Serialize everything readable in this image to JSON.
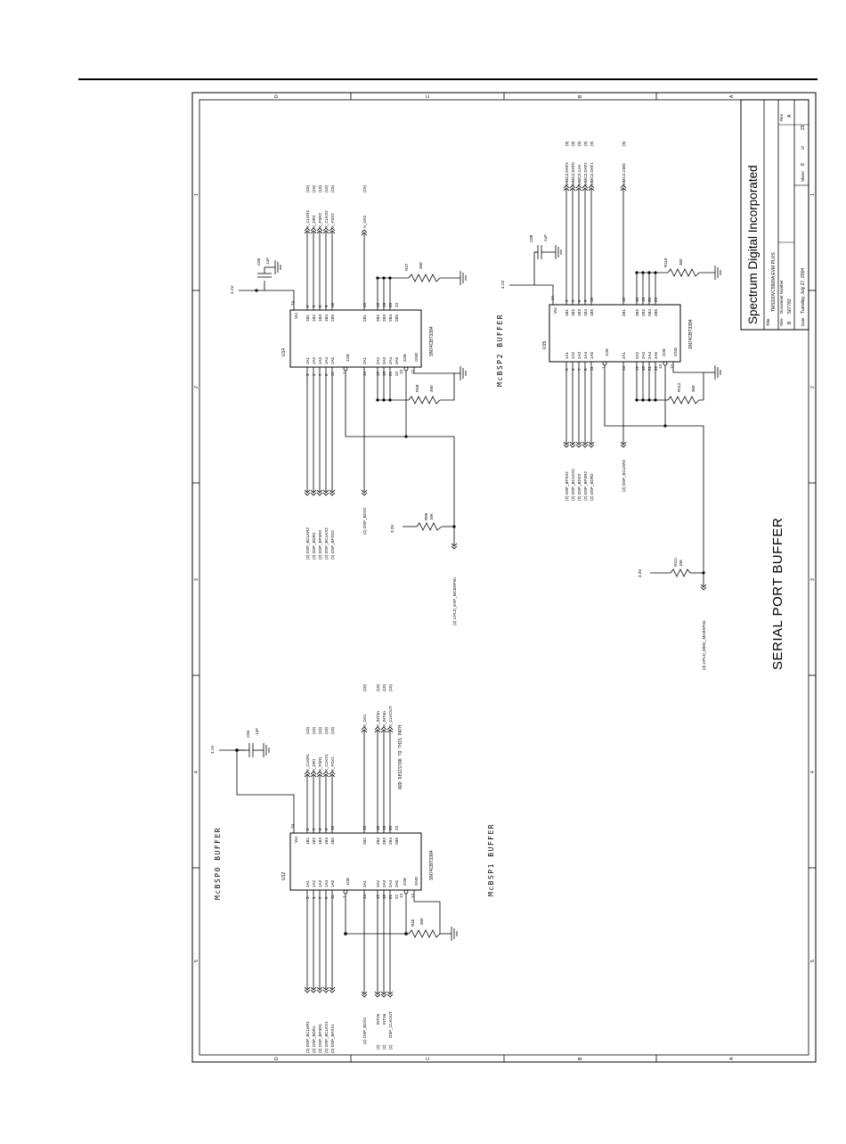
{
  "title_block": {
    "company": "Spectrum Digital Incorporated",
    "title_label": "Title",
    "title_value": "TMS320VC5509A  EVM PLUS",
    "size_label": "Size",
    "size_value": "B",
    "docnum_label": "Document Number",
    "docnum_value": "507782",
    "rev_label": "Rev",
    "rev_value": "A",
    "date_label": "Date",
    "date_value": "Tuesday, July 27, 2004",
    "sheet_label": "Sheet",
    "sheet_value": "8",
    "of_label": "of",
    "sheet_total": "23"
  },
  "page_title": "SERIAL PORT BUFFER",
  "section_labels": {
    "mcbsp0": "McBSP0  BUFFER",
    "mcbsp1": "McBSP1  BUFFER",
    "mcbsp2": "McBSP2  BUFFER"
  },
  "note": "ADD RESISTOR TO THIS PATH",
  "border_letters": [
    "D",
    "C",
    "B",
    "A"
  ],
  "border_numbers": [
    "1",
    "2",
    "3",
    "4",
    "5"
  ],
  "chips": {
    "u12": {
      "ref": "U12",
      "part": "SN74CBT3384",
      "vcc": "Vcc",
      "gnd": "GND",
      "pin_vcc": "24",
      "pin_gnd": "12",
      "left_pins": [
        {
          "num": "3",
          "name": "1A1"
        },
        {
          "num": "4",
          "name": "1A2"
        },
        {
          "num": "7",
          "name": "1A3"
        },
        {
          "num": "8",
          "name": "1A4"
        },
        {
          "num": "11",
          "name": "1A5"
        },
        {
          "num": "14",
          "name": "2A1"
        },
        {
          "num": "17",
          "name": "2A2"
        },
        {
          "num": "18",
          "name": "2A3"
        },
        {
          "num": "21",
          "name": "2A4"
        },
        {
          "num": "22",
          "name": "2A5"
        }
      ],
      "right_pins": [
        {
          "num": "2",
          "name": "1B1"
        },
        {
          "num": "5",
          "name": "1B2"
        },
        {
          "num": "6",
          "name": "1B3"
        },
        {
          "num": "9",
          "name": "1B4"
        },
        {
          "num": "10",
          "name": "1B5"
        },
        {
          "num": "15",
          "name": "2B1"
        },
        {
          "num": "16",
          "name": "2B2"
        },
        {
          "num": "19",
          "name": "2B3"
        },
        {
          "num": "20",
          "name": "2B4"
        },
        {
          "num": "23",
          "name": "2B5"
        }
      ],
      "oe1": "1OE",
      "oe1_pin": "1",
      "oe2": "2OE",
      "oe2_pin": "13"
    },
    "u14": {
      "ref": "U14",
      "part": "SN74CBT3384",
      "vcc": "Vcc",
      "gnd": "GND",
      "pin_vcc": "24",
      "pin_gnd": "12",
      "left_pins": [
        {
          "num": "3",
          "name": "1A1"
        },
        {
          "num": "4",
          "name": "1A2"
        },
        {
          "num": "7",
          "name": "1A3"
        },
        {
          "num": "8",
          "name": "1A4"
        },
        {
          "num": "11",
          "name": "1A5"
        },
        {
          "num": "14",
          "name": "2A1"
        },
        {
          "num": "17",
          "name": "2A2"
        },
        {
          "num": "18",
          "name": "2A3"
        },
        {
          "num": "21",
          "name": "2A4"
        },
        {
          "num": "22",
          "name": "2A5"
        }
      ],
      "right_pins": [
        {
          "num": "2",
          "name": "1B1"
        },
        {
          "num": "5",
          "name": "1B2"
        },
        {
          "num": "6",
          "name": "1B3"
        },
        {
          "num": "9",
          "name": "1B4"
        },
        {
          "num": "10",
          "name": "1B5"
        },
        {
          "num": "15",
          "name": "2B1"
        },
        {
          "num": "16",
          "name": "2B2"
        },
        {
          "num": "19",
          "name": "2B3"
        },
        {
          "num": "20",
          "name": "2B4"
        },
        {
          "num": "23",
          "name": "2B5"
        }
      ],
      "oe1": "1OE",
      "oe1_pin": "1",
      "oe2": "2OE",
      "oe2_pin": "13"
    },
    "u15": {
      "ref": "U15",
      "part": "SN74CBT3384",
      "vcc": "Vcc",
      "gnd": "GND",
      "pin_vcc": "24",
      "pin_gnd": "12",
      "left_pins": [
        {
          "num": "3",
          "name": "1A1"
        },
        {
          "num": "4",
          "name": "1A2"
        },
        {
          "num": "7",
          "name": "1A3"
        },
        {
          "num": "8",
          "name": "1A4"
        },
        {
          "num": "11",
          "name": "1A5"
        },
        {
          "num": "14",
          "name": "2A1"
        },
        {
          "num": "17",
          "name": "2A2"
        },
        {
          "num": "18",
          "name": "2A3"
        },
        {
          "num": "21",
          "name": "2A4"
        },
        {
          "num": "22",
          "name": "2A5"
        }
      ],
      "right_pins": [
        {
          "num": "2",
          "name": "1B1"
        },
        {
          "num": "5",
          "name": "1B2"
        },
        {
          "num": "6",
          "name": "1B3"
        },
        {
          "num": "9",
          "name": "1B4"
        },
        {
          "num": "10",
          "name": "1B5"
        },
        {
          "num": "15",
          "name": "2B1"
        },
        {
          "num": "16",
          "name": "2B2"
        },
        {
          "num": "19",
          "name": "2B3"
        },
        {
          "num": "20",
          "name": "2B4"
        },
        {
          "num": "23",
          "name": "2B5"
        }
      ],
      "oe1": "1OE",
      "oe1_pin": "1",
      "oe2": "2OE",
      "oe2_pin": "13"
    }
  },
  "nets": {
    "u12_in": [
      "(2)  DSP_BCLKR1",
      "(2)  DSP_BDR1",
      "(2)  DSP_BFSR1",
      "(2)  DSP_BCLKX1",
      "(2)  DSP_BFSX1"
    ],
    "u12_in2": [
      "(2)  DSP_BDX1",
      "INT2n",
      "INT4n",
      "DSP_CLKOUT"
    ],
    "u12_in2_ref": [
      "(2)",
      "(2)",
      "(2)",
      "(2)"
    ],
    "u12_out": [
      "X_CLKR1",
      "X_DR1",
      "X_FSR1",
      "X_CLKX1",
      "X_FSX1"
    ],
    "u12_out_ref": [
      "(10)",
      "(10)",
      "(10)",
      "(10)",
      "(10)"
    ],
    "u12_out2": [
      "X_DX1",
      "X_INT2n",
      "X_INT4n",
      "X_CLKOUT"
    ],
    "u12_out2_ref": [
      "(10)",
      "(10)",
      "(10)",
      "(10)"
    ],
    "u14_in": [
      "(2)  DSP_BCLKR2",
      "(2)  DSP_BDR2",
      "(2)  DSP_BFSR2",
      "(2)  DSP_BCLKX2",
      "(2)  DSP_BFSX2"
    ],
    "u14_in2": "(2)  DSP_BDX2",
    "u14_out": [
      "X_CLKR2",
      "X_DR2",
      "X_FSR2",
      "X_CLKX2",
      "X_FSX2"
    ],
    "u14_out_ref": [
      "(10)",
      "(10)",
      "(10)",
      "(10)",
      "(10)"
    ],
    "u14_out2": "X_DX2",
    "u14_out2_ref": "(10)",
    "u14_oe_net": "(3)  CPLD_EXP_MCBSP2n",
    "u15_in": [
      "(2)  DSP_BFSX2",
      "(2)  DSP_BCLKX2",
      "(2)  DSP_BDX2",
      "(2)  DSP_BFSR2",
      "(2)  DSP_BDR2"
    ],
    "u15_in2": "(2)  DSP_BCLKR2",
    "u15_out": [
      "MMC2.DAT3",
      "MMC2.DAT0",
      "MMC2.CLK",
      "MMC2.DAT2",
      "MMC2.DAT1"
    ],
    "u15_out_ref": [
      "(9)",
      "(9)",
      "(9)",
      "(9)",
      "(9)"
    ],
    "u15_out2": "MMC2.CMD",
    "u15_out2_ref": "(9)",
    "u15_oe_net": "(3)  CPLD_MMC_MCBSP2n"
  },
  "parts": {
    "c84": {
      "ref": "C84",
      "val": ".1uF"
    },
    "c85": {
      "ref": "C85",
      "val": ".1uF"
    },
    "c88": {
      "ref": "C88",
      "val": ".1uF"
    },
    "r46": {
      "ref": "R46",
      "val": "360"
    },
    "r47": {
      "ref": "R47",
      "val": "360"
    },
    "r48": {
      "ref": "R48",
      "val": "360"
    },
    "r110": {
      "ref": "R110",
      "val": "360"
    },
    "r112": {
      "ref": "R112",
      "val": "360"
    },
    "r86": {
      "ref": "R86",
      "val": "10K"
    },
    "r111": {
      "ref": "R111",
      "val": "10K"
    }
  },
  "power": {
    "p41": "4.1V",
    "p33": "3.3V"
  }
}
